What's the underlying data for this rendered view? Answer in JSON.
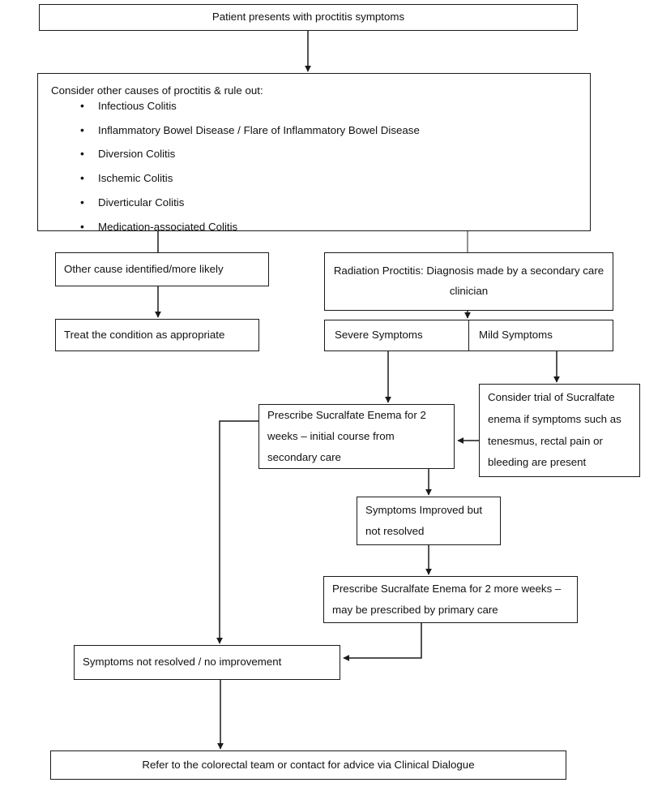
{
  "title": "Proctitis management pathway flowchart",
  "nodes": {
    "start": "Patient presents with proctitis symptoms",
    "rule_out": {
      "intro": "Consider other causes of proctitis & rule out:",
      "items": [
        "Infectious Colitis",
        "Inflammatory Bowel Disease / Flare of Inflammatory Bowel Disease",
        "Diversion Colitis",
        "Ischemic Colitis",
        "Diverticular Colitis",
        "Medication-associated Colitis"
      ]
    },
    "other_cause": "Other cause identified/more likely",
    "treat": "Treat the condition as appropriate",
    "radiation": "Radiation Proctitis: Diagnosis made by a secondary care clinician",
    "severe_symptoms": "Severe Symptoms",
    "mild_symptoms": "Mild Symptoms",
    "prescribe_1": "Prescribe Sucralfate Enema for 2 weeks – initial course from secondary care",
    "consider_trial": "Consider trial of Sucralfate enema if symptoms such as tenesmus, rectal pain or bleeding are present",
    "improved": "Symptoms Improved but not resolved",
    "prescribe_2": "Prescribe Sucralfate Enema for 2 more weeks – may be prescribed by primary care",
    "not_resolved": "Symptoms not resolved / no improvement",
    "refer": "Refer to the colorectal team or contact for advice via Clinical Dialogue"
  },
  "colors": {
    "box_border": "#1a1a1a",
    "text": "#111111",
    "connector": "#1a1a1a",
    "connector_gray": "#8c8c8c",
    "background": "#ffffff"
  },
  "chart_data": {
    "type": "diagram",
    "title": "Proctitis management pathway flowchart",
    "edges": [
      {
        "from": "start",
        "to": "rule_out",
        "arrow": true,
        "color": "#1a1a1a"
      },
      {
        "from": "rule_out",
        "to": "other_cause",
        "arrow": false,
        "color": "#1a1a1a"
      },
      {
        "from": "rule_out",
        "to": "radiation",
        "arrow": false,
        "color": "#8c8c8c"
      },
      {
        "from": "other_cause",
        "to": "treat",
        "arrow": true,
        "color": "#1a1a1a"
      },
      {
        "from": "radiation",
        "to": "symptoms_split",
        "arrow": true,
        "color": "#1a1a1a"
      },
      {
        "from": "severe_symptoms",
        "to": "prescribe_1",
        "arrow": true,
        "color": "#1a1a1a"
      },
      {
        "from": "mild_symptoms",
        "to": "consider_trial",
        "arrow": true,
        "color": "#1a1a1a"
      },
      {
        "from": "consider_trial",
        "to": "prescribe_1",
        "arrow": true,
        "color": "#1a1a1a"
      },
      {
        "from": "prescribe_1",
        "to": "improved",
        "arrow": true,
        "color": "#1a1a1a"
      },
      {
        "from": "prescribe_1",
        "to": "not_resolved",
        "arrow": true,
        "color": "#1a1a1a"
      },
      {
        "from": "improved",
        "to": "prescribe_2",
        "arrow": true,
        "color": "#1a1a1a"
      },
      {
        "from": "prescribe_2",
        "to": "not_resolved",
        "arrow": true,
        "color": "#1a1a1a"
      },
      {
        "from": "not_resolved",
        "to": "refer",
        "arrow": true,
        "color": "#1a1a1a"
      }
    ]
  }
}
